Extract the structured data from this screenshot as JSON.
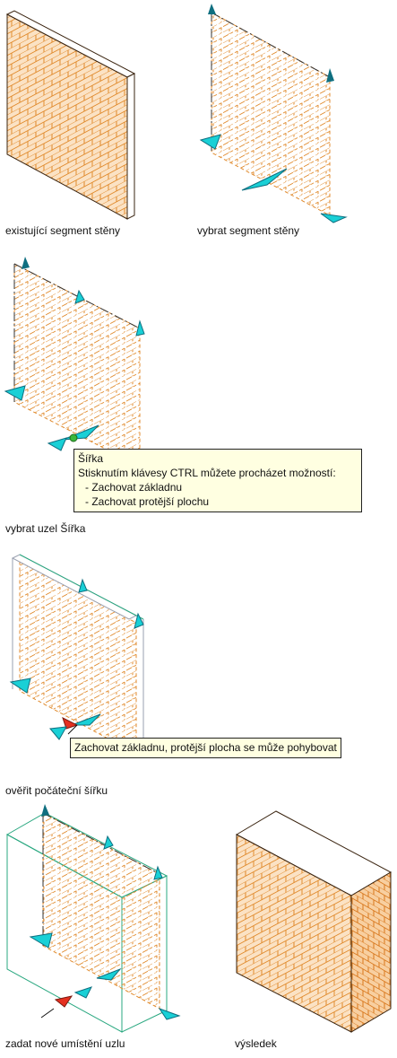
{
  "captions": {
    "existing": "existující segment stěny",
    "select_segment": "vybrat segment stěny",
    "select_node": "vybrat uzel Šířka",
    "verify_width": "ověřit počáteční šířku",
    "new_location": "zadat nové umístění uzlu",
    "result": "výsledek"
  },
  "tooltip_width": {
    "title": "Šířka",
    "hint": "Stisknutím klávesy CTRL můžete procházet možností:",
    "options": [
      "- Zachovat základnu",
      "- Zachovat protější plochu"
    ]
  },
  "tooltip_keep": {
    "text": "Zachovat základnu, protější plocha se může pohybovat"
  },
  "colors": {
    "brick": "#e08a2c",
    "brick_fill": "#f4a455",
    "outline": "#3a2410",
    "grip": "#19d0d6",
    "grip_dark": "#0f6f80",
    "node_active": "#e53020",
    "node_hover": "#3cb83c",
    "tooltip_bg": "#ffffe1",
    "preview_line": "#2aa880"
  }
}
